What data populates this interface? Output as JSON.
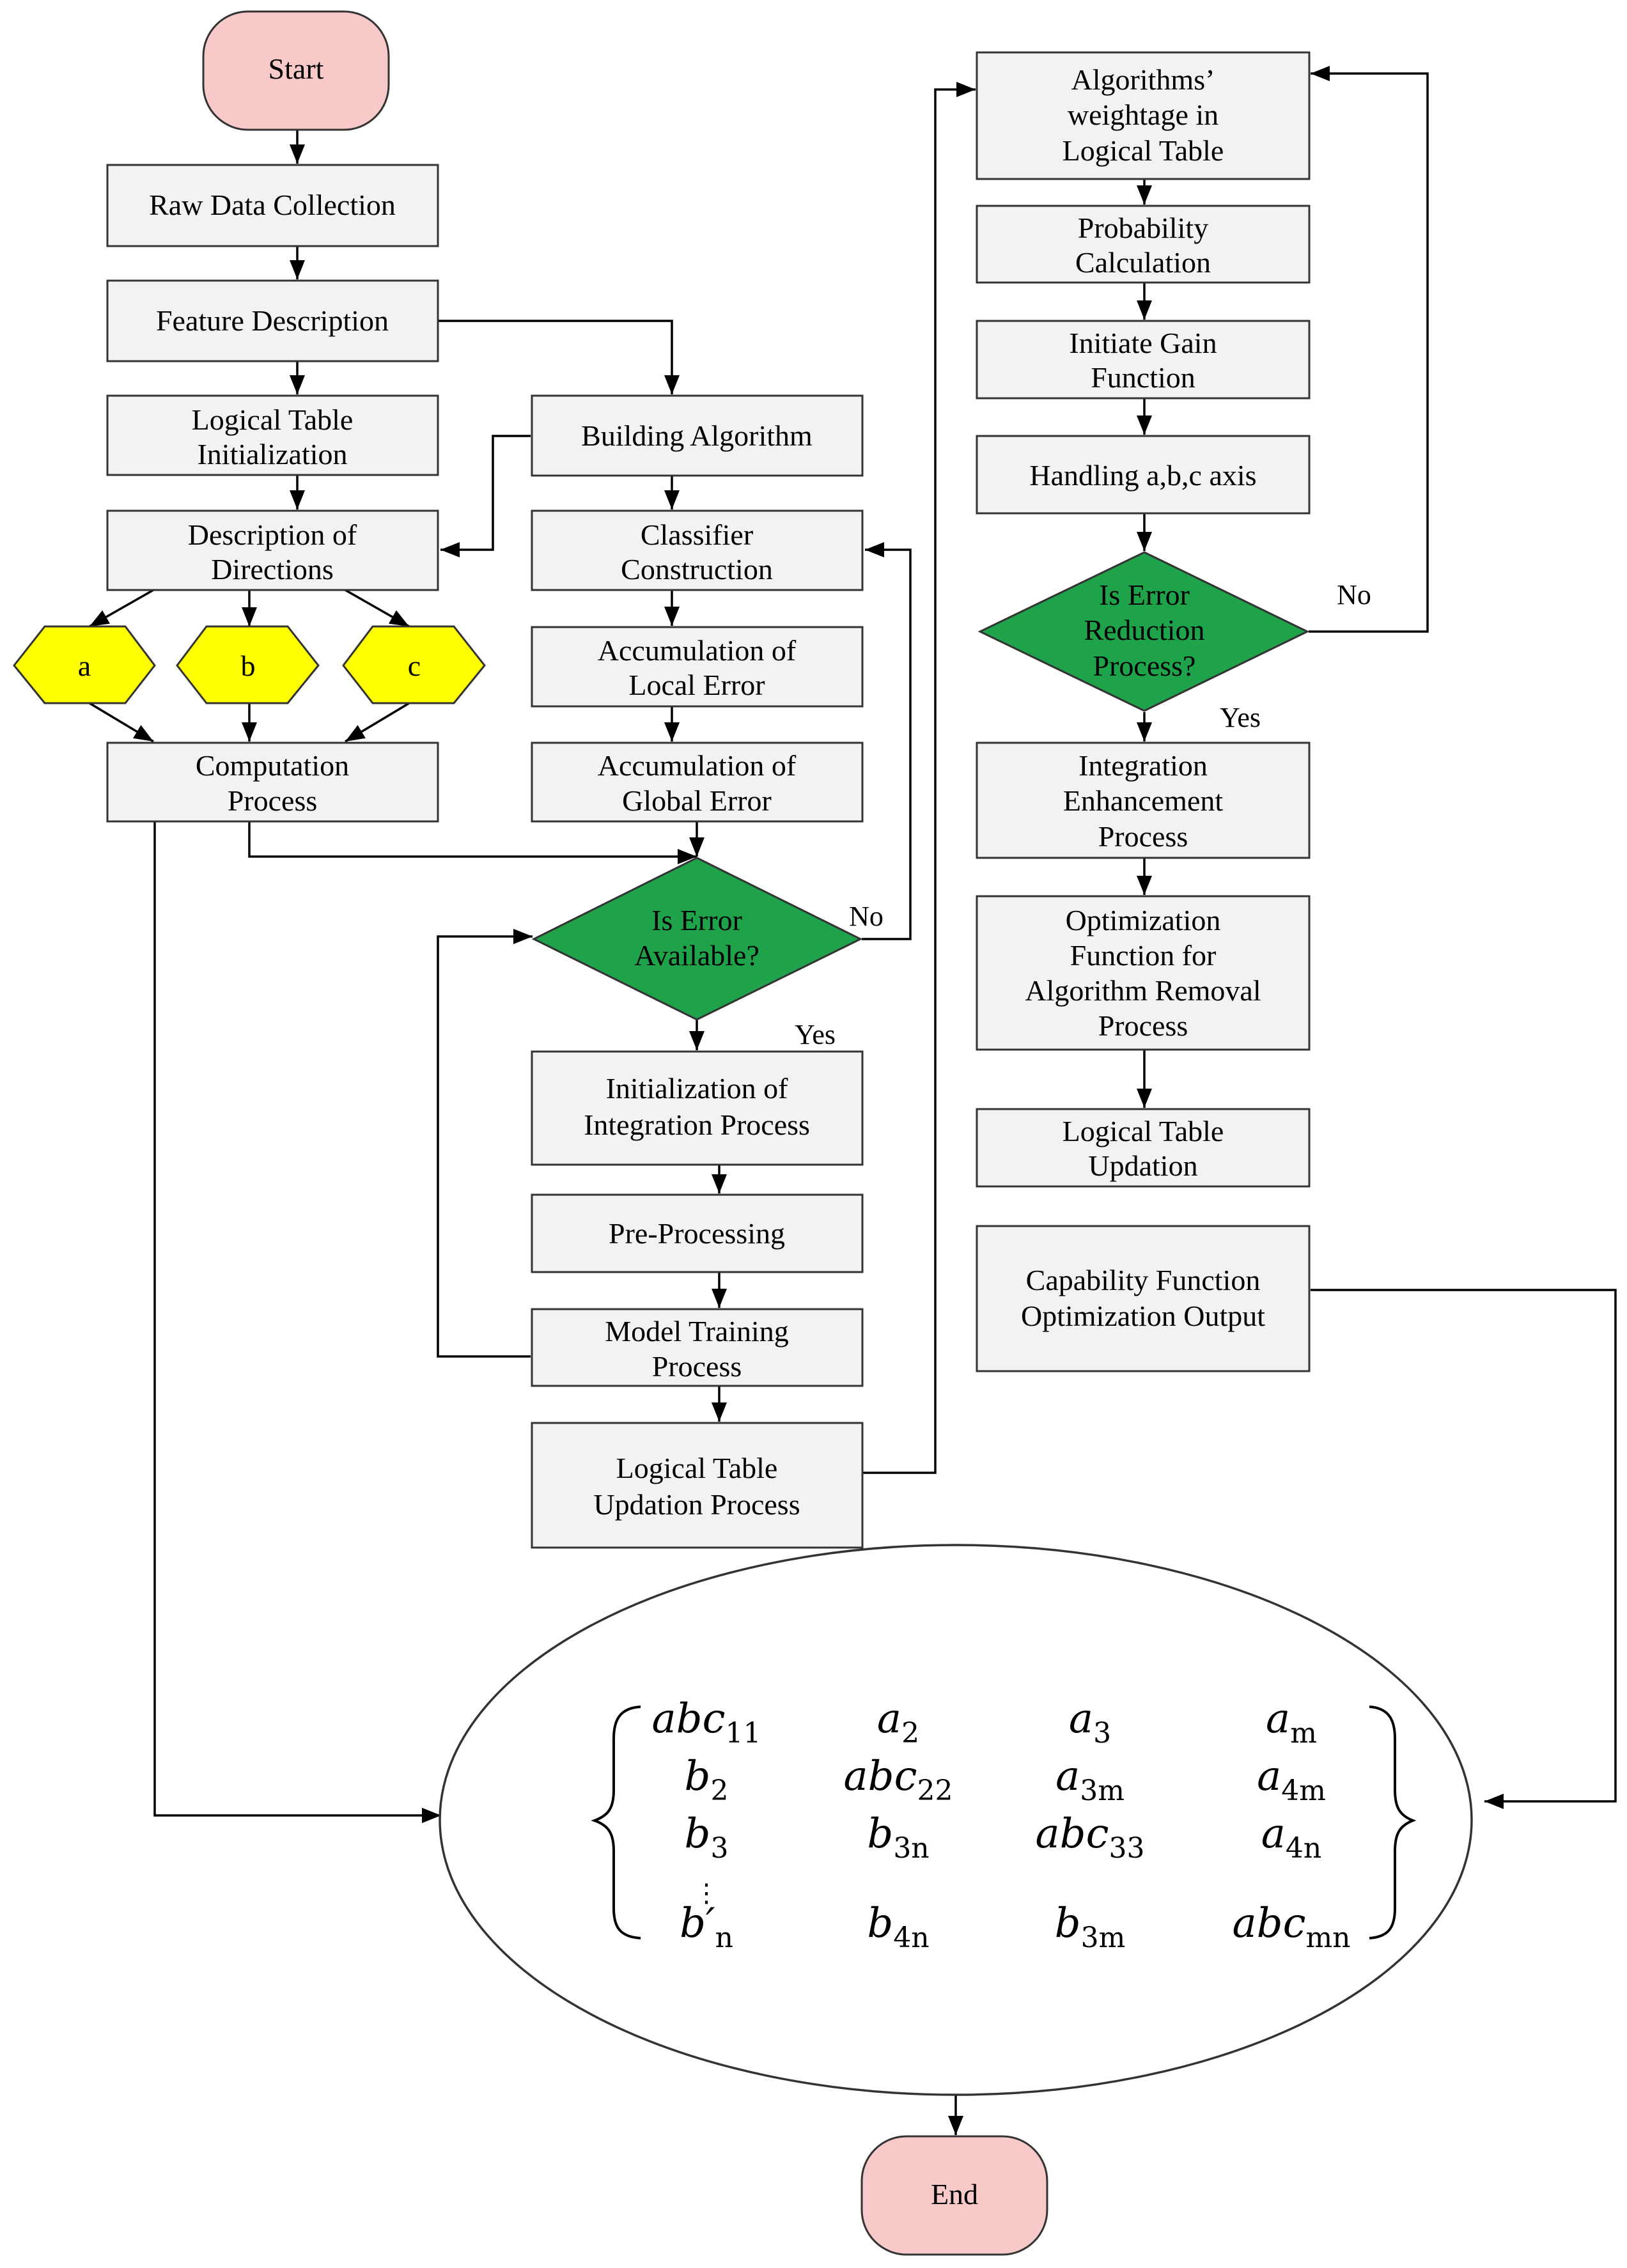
{
  "nodes": {
    "start": "Start",
    "raw_data": "Raw Data Collection",
    "feature": "Feature Description",
    "logical_init": [
      "Logical Table",
      "Initialization"
    ],
    "directions": [
      "Description of",
      "Directions"
    ],
    "hex_a": "a",
    "hex_b": "b",
    "hex_c": "c",
    "computation": [
      "Computation",
      "Process"
    ],
    "building": "Building Algorithm",
    "classifier": [
      "Classifier",
      "Construction"
    ],
    "local_error": [
      "Accumulation of",
      "Local Error"
    ],
    "global_error": [
      "Accumulation of",
      "Global Error"
    ],
    "is_error": [
      "Is Error",
      "Available?"
    ],
    "init_integration": [
      "Initialization of",
      "Integration Process"
    ],
    "preprocessing": "Pre-Processing",
    "model_training": [
      "Model Training",
      "Process"
    ],
    "logical_updation_process": [
      "Logical Table",
      "Updation Process"
    ],
    "weightage": [
      "Algorithms’",
      "weightage in",
      "Logical Table"
    ],
    "probability": [
      "Probability",
      "Calculation"
    ],
    "gain": [
      "Initiate Gain",
      "Function"
    ],
    "handling": "Handling a,b,c axis",
    "is_reduction": [
      "Is Error",
      "Reduction",
      "Process?"
    ],
    "integration_enh": [
      "Integration",
      "Enhancement",
      "Process"
    ],
    "optimization": [
      "Optimization",
      "Function for",
      "Algorithm Removal",
      "Process"
    ],
    "logical_updation": [
      "Logical Table",
      "Updation"
    ],
    "capability": [
      "Capability Function",
      "Optimization Output"
    ],
    "end": "End"
  },
  "edge_labels": {
    "no1": "No",
    "yes1": "Yes",
    "no2": "No",
    "yes2": "Yes"
  },
  "matrix": {
    "rows": [
      [
        [
          "abc",
          "11"
        ],
        [
          "a",
          "2"
        ],
        [
          "a",
          "3"
        ],
        [
          "a",
          "m"
        ]
      ],
      [
        [
          "b",
          "2"
        ],
        [
          "abc",
          "22"
        ],
        [
          "a",
          "3m"
        ],
        [
          "a",
          "4m"
        ]
      ],
      [
        [
          "b",
          "3"
        ],
        [
          "b",
          "3n"
        ],
        [
          "abc",
          "33"
        ],
        [
          "a",
          "4n"
        ]
      ],
      [
        [
          "b′",
          "n"
        ],
        [
          "b",
          "4n"
        ],
        [
          "b",
          "3m"
        ],
        [
          "abc",
          "mn"
        ]
      ]
    ]
  },
  "colors": {
    "box": "#f2f2f2",
    "terminal": "#f8c9c9",
    "decision": "#1fa34a",
    "hexagon": "#ffff00"
  }
}
